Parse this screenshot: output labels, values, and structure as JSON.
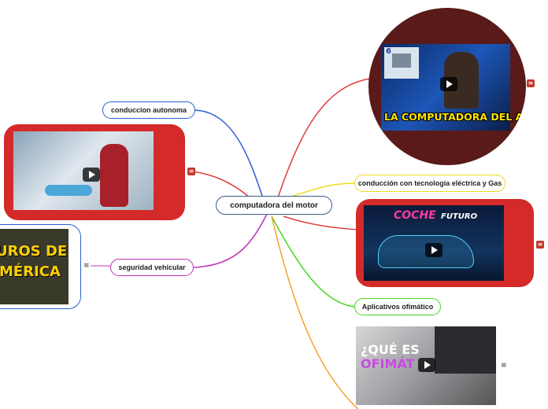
{
  "central": {
    "label": "computadora del motor"
  },
  "branches": {
    "conduccion_autonoma": {
      "label": "conduccion autonoma",
      "color": "#2c5fd6"
    },
    "seguridad_vehicular": {
      "label": "seguridad vehicular",
      "color": "#c12fb8"
    },
    "conduccion_electrica": {
      "label": "conducción con tecnología eléctrica y Gas",
      "color": "#f0dc1e"
    },
    "aplicativos": {
      "label": "Aplicativos ofimático",
      "color": "#45d81f"
    }
  },
  "thumbnails": {
    "computadora_auto": {
      "caption": "LA COMPUTADORA DEL AUTO",
      "badge": "6"
    },
    "coche_futuro": {
      "caption_main": "COCHE",
      "caption_sub": "FUTURO"
    },
    "seguros_america": {
      "line1": "UROS DE",
      "line2": "MÉRICA"
    },
    "que_es_ofimatica": {
      "line1": "¿QUÉ ES",
      "line2": "OFIMÁT"
    }
  },
  "menu_icon": "hamburger-icon",
  "colors": {
    "red": "#e03c3c",
    "blue": "#2c5fd6",
    "magenta": "#c12fb8",
    "yellow": "#f0dc1e",
    "green": "#45d81f",
    "orange": "#f5a02a"
  }
}
